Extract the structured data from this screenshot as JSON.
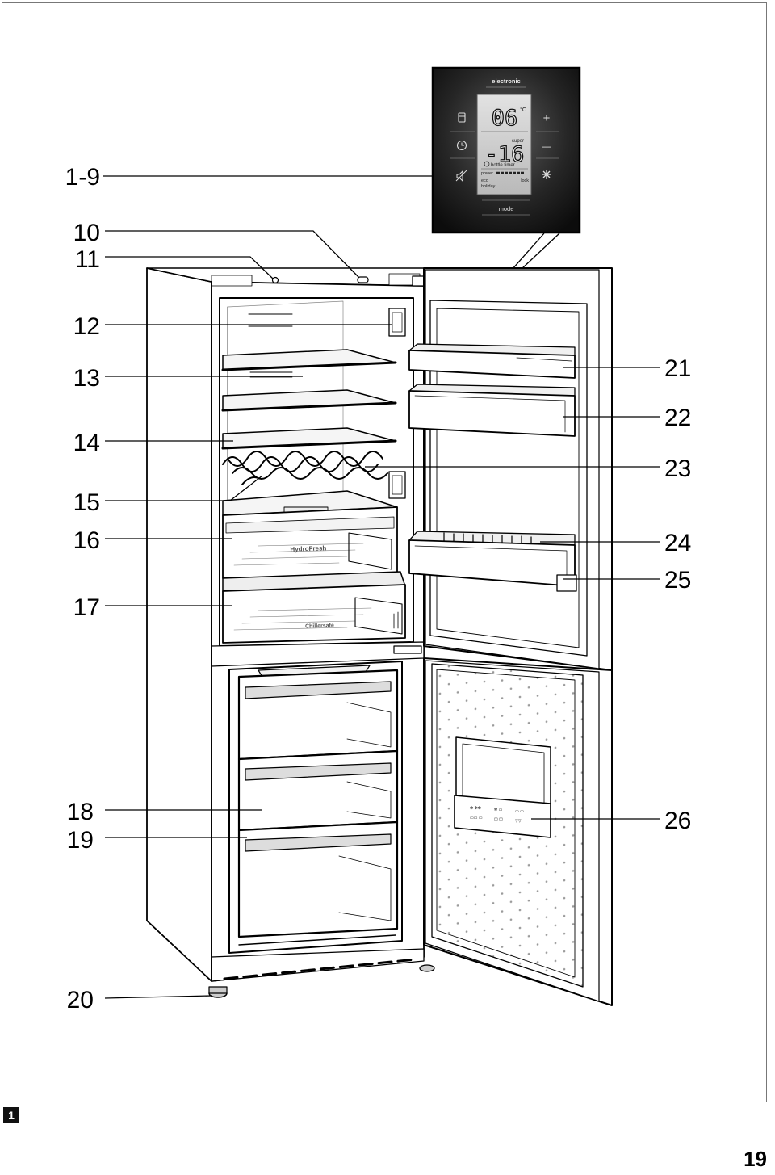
{
  "figure_number": "1",
  "page_number": "19",
  "callouts_left": [
    "1-9",
    "10",
    "11",
    "12",
    "13",
    "14",
    "15",
    "16",
    "17",
    "18",
    "19",
    "20"
  ],
  "callouts_right": [
    "21",
    "22",
    "23",
    "24",
    "25",
    "26"
  ],
  "control_panel": {
    "brand_label": "electronic",
    "fridge_temp": "06",
    "unit": "°C",
    "super_label": "super",
    "freezer_temp": "-16",
    "bottle_timer_label": "bottle timer",
    "power_label": "power",
    "eco_label": "eco",
    "holiday_label": "holiday",
    "lock_label": "lock",
    "mode_label": "mode",
    "plus_symbol": "+",
    "minus_symbol": "—"
  },
  "compartment_labels": {
    "hydrofresh": "HydroFresh",
    "chillersafe": "Chillersafe"
  }
}
